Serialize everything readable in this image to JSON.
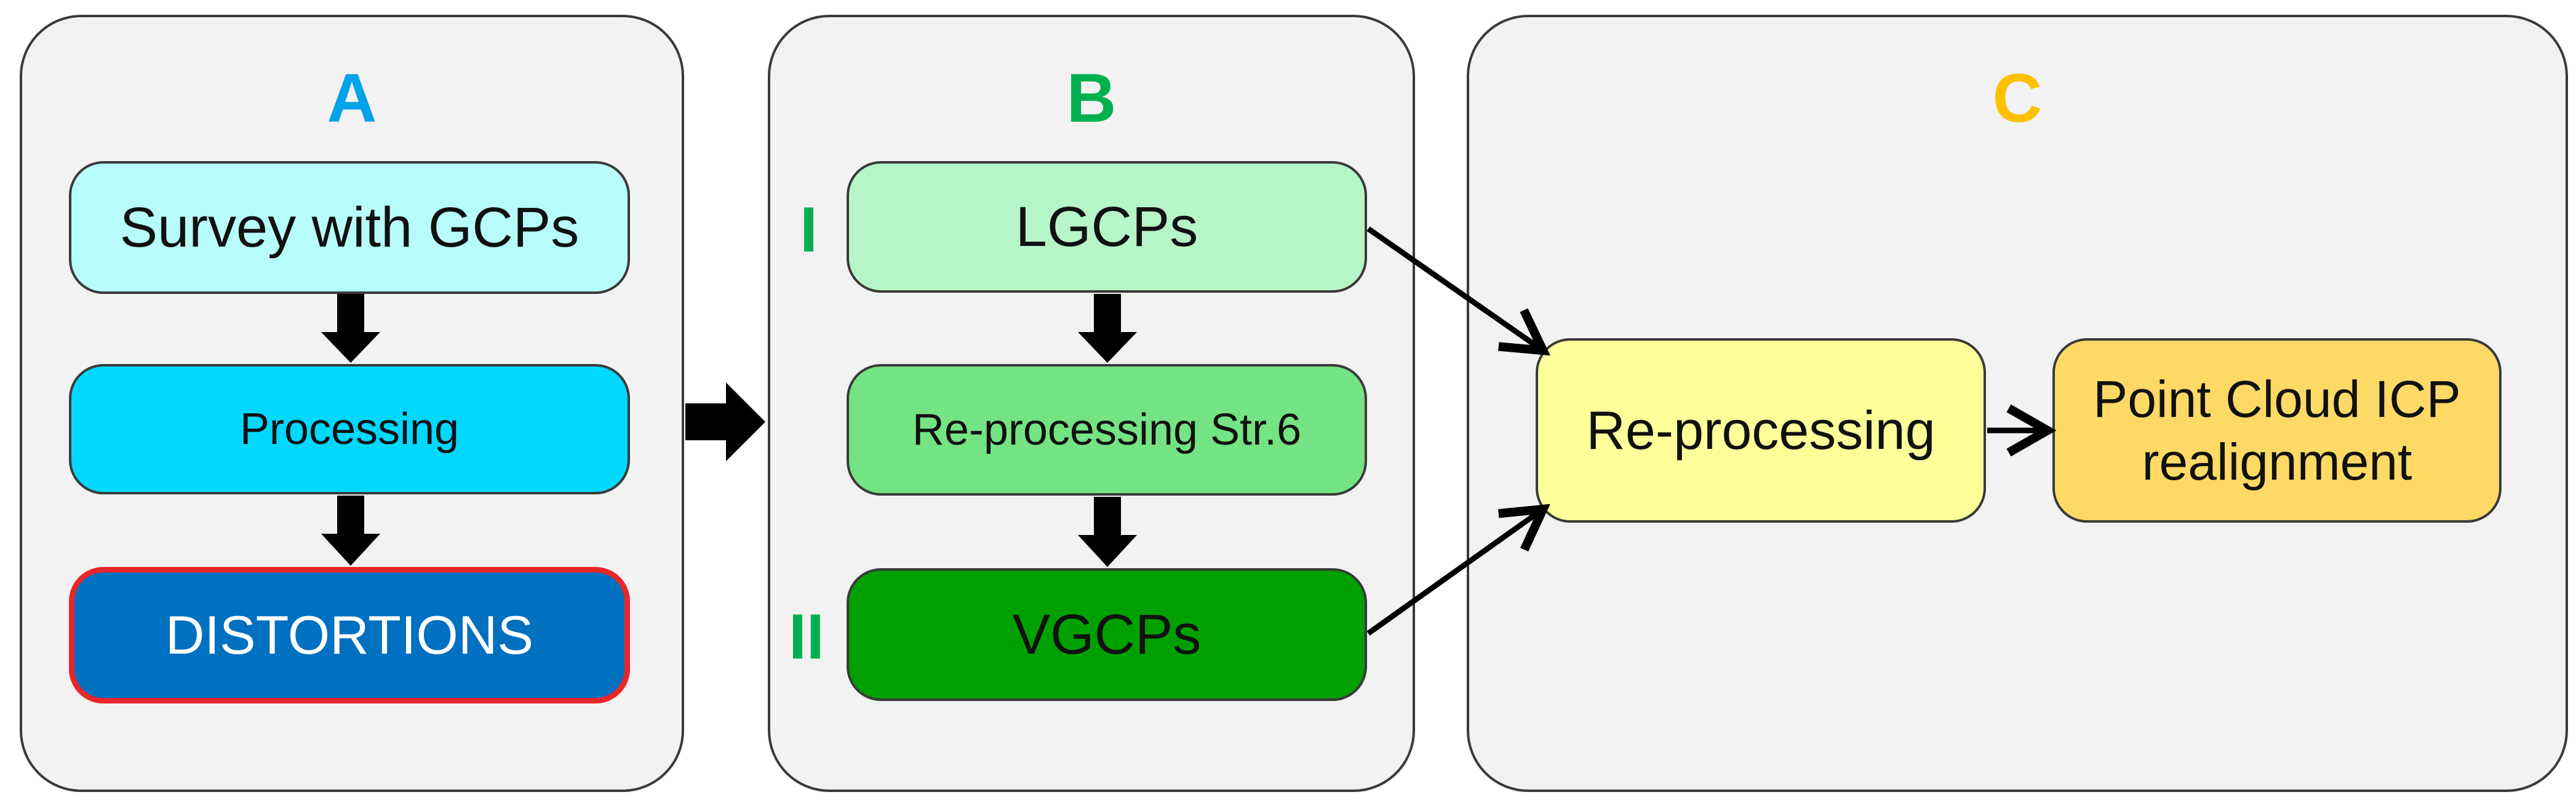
{
  "colors": {
    "panel_fill": "#f2f2f2",
    "panel_border": "#3a3a3a",
    "A_title": "#00a2e8",
    "B_title": "#00b050",
    "C_title": "#ffc000",
    "survey_fill": "#b7fbfb",
    "processing_fill": "#00d8ff",
    "distortions_fill": "#0070c0",
    "distortions_border": "#e8262a",
    "lgcps_fill": "#b6f5c8",
    "reprocessing_str6_fill": "#74e383",
    "vgcps_fill": "#00a000",
    "reprocessing_fill": "#ffff99",
    "icp_fill": "#ffd966"
  },
  "panels": {
    "A": {
      "title": "A",
      "survey": "Survey with GCPs",
      "processing": "Processing",
      "distortions": "DISTORTIONS"
    },
    "B": {
      "title": "B",
      "roman_1": "I",
      "roman_2": "II",
      "lgcps": "LGCPs",
      "reprocessing_str6": "Re-processing Str.6",
      "vgcps": "VGCPs"
    },
    "C": {
      "title": "C",
      "reprocessing": "Re-processing",
      "icp": "Point Cloud ICP realignment"
    }
  }
}
